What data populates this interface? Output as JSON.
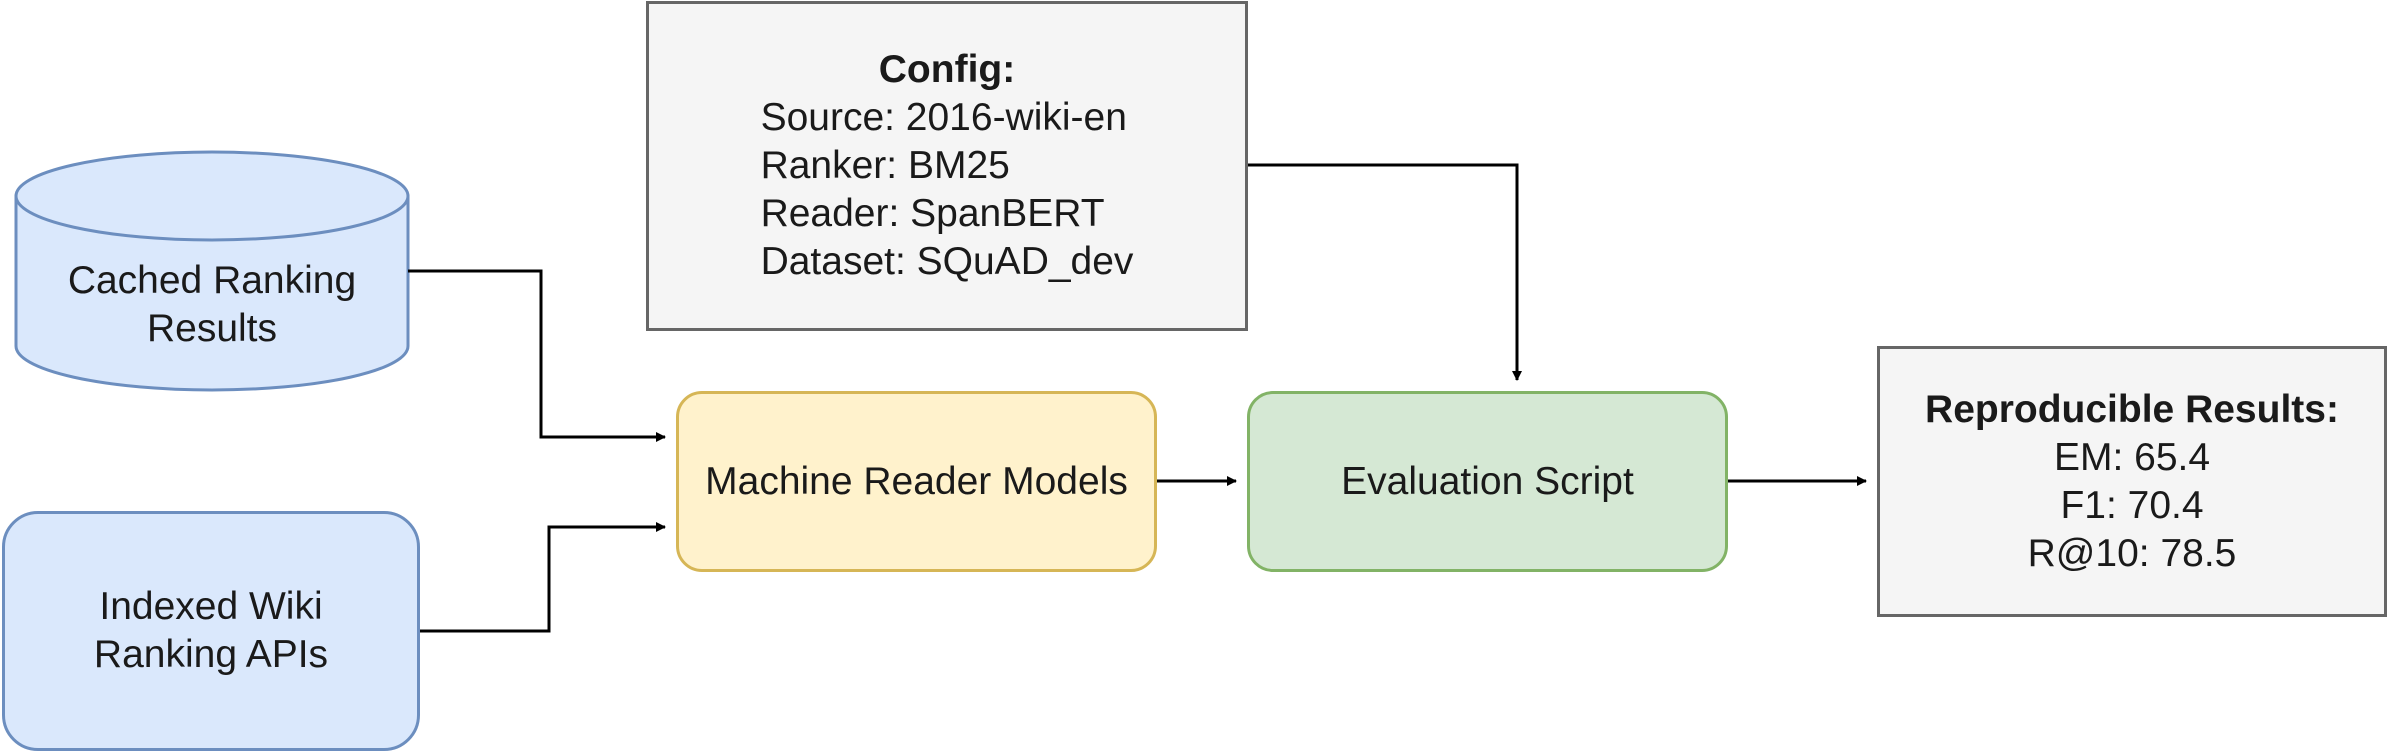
{
  "config": {
    "title": "Config:",
    "lines": [
      "Source: 2016-wiki-en",
      "Ranker: BM25",
      "Reader: SpanBERT",
      "Dataset: SQuAD_dev"
    ]
  },
  "cached": {
    "lines": [
      "Cached Ranking",
      "Results"
    ]
  },
  "indexed": {
    "lines": [
      "Indexed Wiki",
      "Ranking APIs"
    ]
  },
  "reader": {
    "label": "Machine Reader Models"
  },
  "evaluation": {
    "label": "Evaluation Script"
  },
  "results": {
    "title": "Reproducible Results:",
    "lines": [
      "EM: 65.4",
      "F1: 70.4",
      "R@10: 78.5"
    ]
  },
  "colors": {
    "cached_fill": "#dae8fc",
    "cached_stroke": "#6c8ebf",
    "reader_fill": "#fff2cc",
    "reader_stroke": "#d6b656",
    "evaluation_fill": "#d5e8d4",
    "evaluation_stroke": "#82b366",
    "box_fill": "#f5f5f5",
    "box_stroke": "#666666",
    "edge": "#000000"
  }
}
